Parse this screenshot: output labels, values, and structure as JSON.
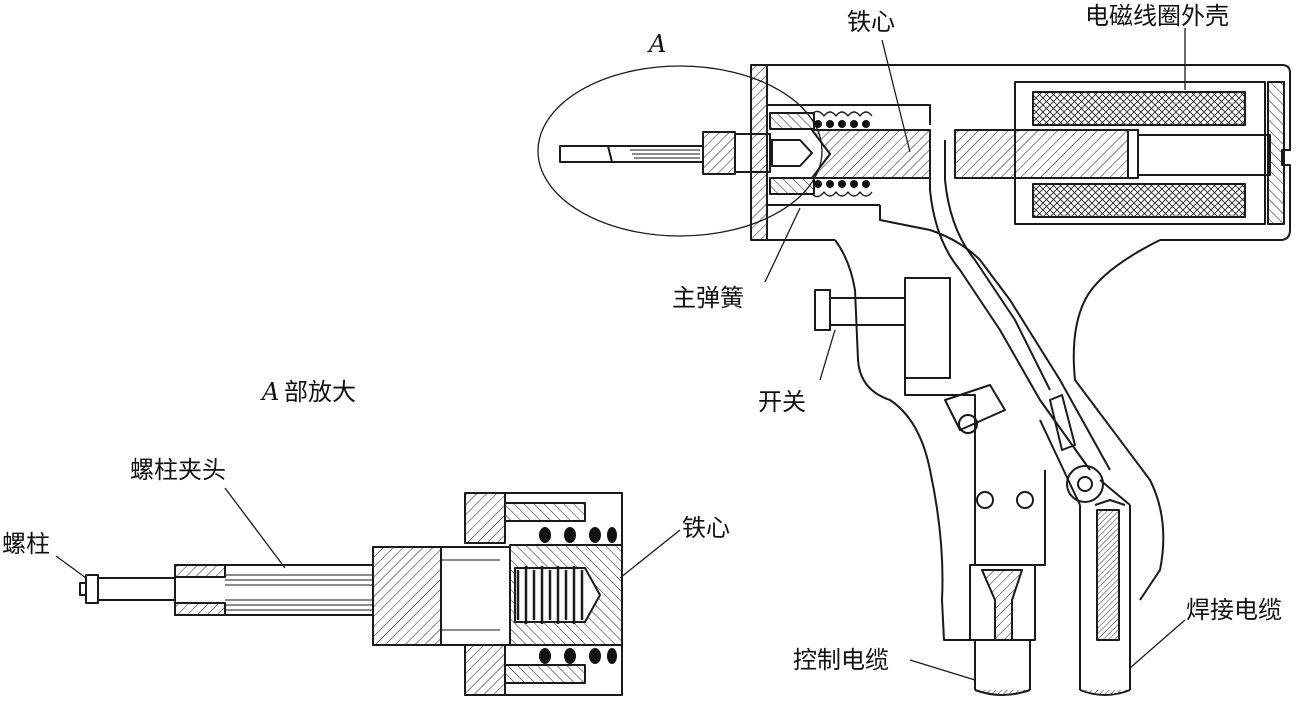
{
  "labels": {
    "region_a": "A",
    "zoom_title_letter": "A",
    "zoom_title_rest": "部放大",
    "iron_core": "铁心",
    "coil_housing": "电磁线圈外壳",
    "main_spring": "主弹簧",
    "switch": "开关",
    "stud_chuck": "螺柱夹头",
    "stud": "螺柱",
    "iron_core_detail": "铁心",
    "control_cable": "控制电缆",
    "welding_cable": "焊接电缆"
  },
  "colors": {
    "line": "#1a1a1a",
    "background": "#ffffff",
    "spring": "#111111"
  }
}
